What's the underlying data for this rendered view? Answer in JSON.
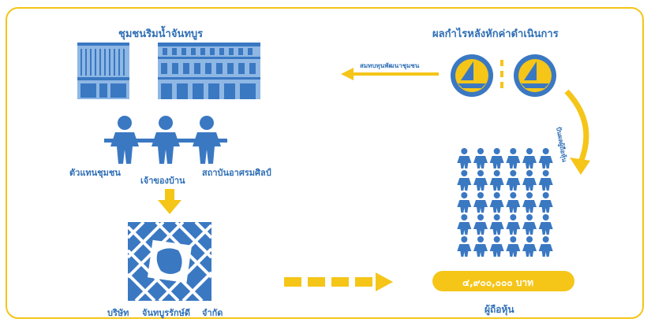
{
  "colors": {
    "blue": "#3a78c2",
    "yellow": "#f5c518",
    "frame": "#f5c518",
    "light_blue": "#8fb7e4"
  },
  "community": {
    "title": "ชุมชนริมน้ำจันทบูร",
    "rep_label": "ตัวแทนชุมชน",
    "owner_label": "เจ้าของบ้าน",
    "institute_label": "สถาบันอาศรมศิลป์"
  },
  "company": {
    "name_1": "บริษัท",
    "name_2": "จันทบูรรักษ์ดี",
    "name_3": "จำกัด"
  },
  "profit": {
    "title": "ผลกำไรหลังหักค่าดำเนินการ",
    "to_community_label": "สมทบทุนพัฒนาชุมชน",
    "to_shareholders_label": "ปันผลผู้ถือหุ้น"
  },
  "shareholders": {
    "amount": "๔,๙๐๐,๐๐๐ บาท",
    "label": "ผู้ถือหุ้น",
    "grid_rows": 5,
    "grid_cols": 6
  },
  "icons": {
    "community_buildings": "shophouse-icon",
    "people": "people-holding-hands-icon",
    "company_logo": "woven-logo-icon",
    "profit_coins": "boat-coin-icon",
    "shareholder": "person-icon"
  }
}
